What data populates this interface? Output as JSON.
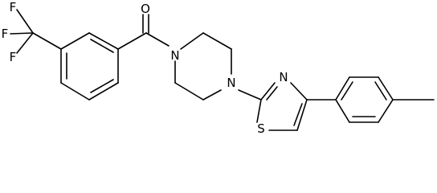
{
  "molecule": {
    "atoms": {
      "O": "O",
      "N1": "N",
      "N2": "N",
      "N3": "N",
      "S": "S",
      "F1": "F",
      "F2": "F",
      "F3": "F"
    }
  },
  "colors": {
    "bond": "#000000",
    "label": "#000000",
    "background": "#ffffff"
  }
}
